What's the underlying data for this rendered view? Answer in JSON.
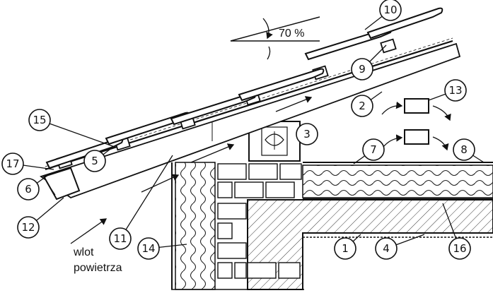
{
  "slope": {
    "value": "70 %"
  },
  "air_inlet": {
    "line1": "wlot",
    "line2": "powietrza"
  },
  "callouts": [
    "1",
    "2",
    "3",
    "4",
    "5",
    "6",
    "7",
    "8",
    "9",
    "10",
    "11",
    "12",
    "13",
    "14",
    "15",
    "16",
    "17"
  ]
}
